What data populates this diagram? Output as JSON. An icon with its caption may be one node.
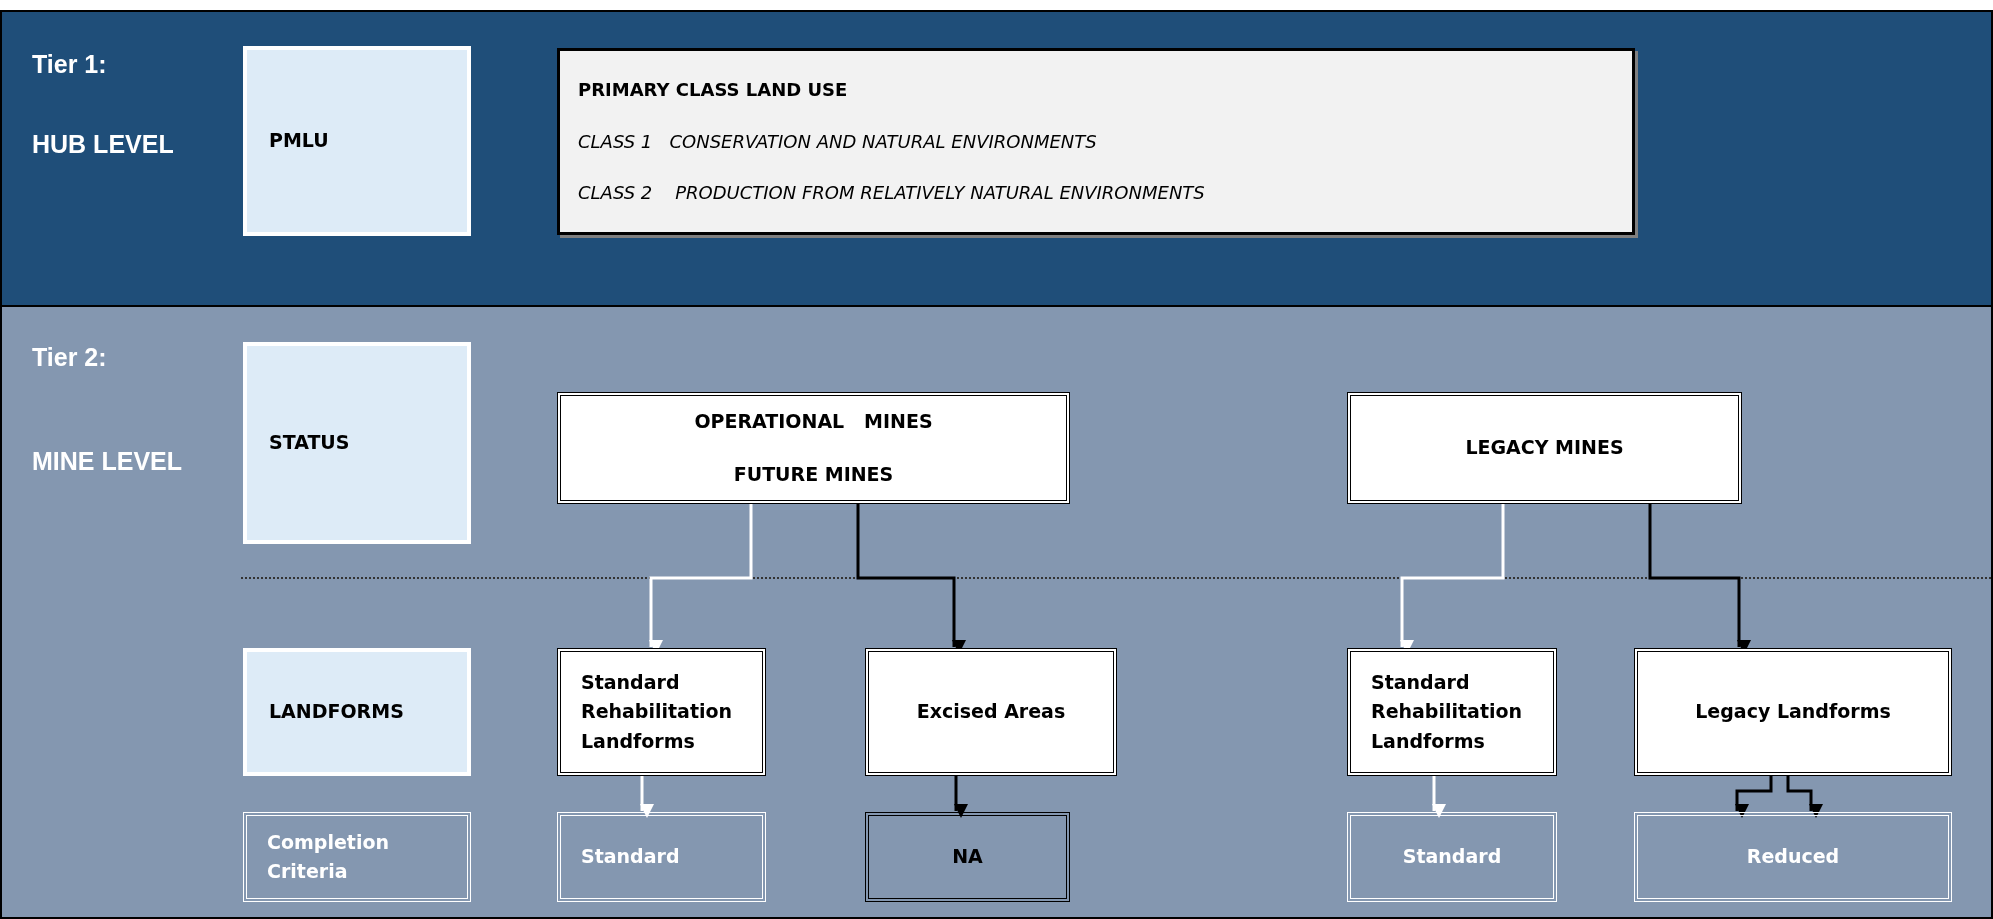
{
  "diagram": {
    "nodes": [
      {
        "text": [
          "Tier 1:",
          "HUB LEVEL"
        ]
      },
      {
        "text": [
          "PMLU"
        ],
        "in": 0
      },
      {
        "text": [
          "PRIMARY CLASS LAND USE",
          "CLASS 1   CONSERVATION AND NATURAL ENVIRONMENTS",
          "CLASS 2    PRODUCTION FROM RELATIVELY NATURAL ENVIRONMENTS"
        ],
        "in": 0
      },
      {
        "text": [
          "Tier 2:",
          "MINE LEVEL"
        ]
      },
      {
        "text": [
          "STATUS"
        ],
        "in": 3
      },
      {
        "text": [
          "OPERATIONAL   MINES",
          "FUTURE MINES"
        ],
        "in": 3
      },
      {
        "text": [
          "LEGACY MINES"
        ],
        "in": 3
      },
      {
        "text": [
          "LANDFORMS"
        ],
        "in": 3
      },
      {
        "text": [
          "Standard Rehabilitation Landforms"
        ],
        "in": 3
      },
      {
        "text": [
          "Excised Areas"
        ],
        "in": 3
      },
      {
        "text": [
          "Standard Rehabilitation Landforms"
        ],
        "in": 3
      },
      {
        "text": [
          "Legacy Landforms"
        ],
        "in": 3
      },
      {
        "text": [
          "Completion Criteria"
        ],
        "in": 3
      },
      {
        "text": [
          "Standard"
        ],
        "in": 3
      },
      {
        "text": [
          "NA"
        ],
        "in": 3
      },
      {
        "text": [
          "Standard"
        ],
        "in": 3
      },
      {
        "text": [
          "Reduced"
        ],
        "in": 3
      }
    ],
    "edges": [
      {
        "from": 5,
        "to": 8,
        "arrow": "to",
        "color": "#ffffff"
      },
      {
        "from": 5,
        "to": 9,
        "arrow": "to"
      },
      {
        "from": 6,
        "to": 10,
        "arrow": "to",
        "color": "#ffffff"
      },
      {
        "from": 6,
        "to": 11,
        "arrow": "to"
      },
      {
        "from": 8,
        "to": 13,
        "arrow": "to",
        "color": "#ffffff"
      },
      {
        "from": 9,
        "to": 14,
        "arrow": "to"
      },
      {
        "from": 10,
        "to": 15,
        "arrow": "to",
        "color": "#ffffff"
      },
      {
        "from": 11,
        "to": 16,
        "arrow": "to"
      },
      {
        "from": 11,
        "to": 16,
        "arrow": "to"
      }
    ]
  }
}
